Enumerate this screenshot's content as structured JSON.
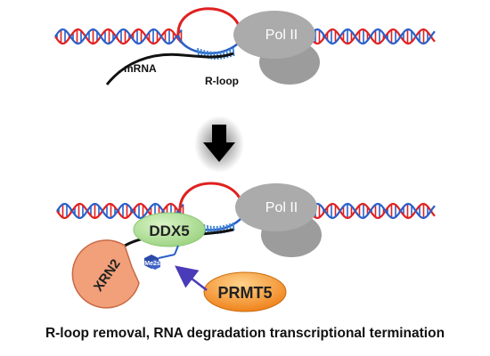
{
  "top_panel": {
    "polymerase_label": "Pol II",
    "mrna_label": "mRNA",
    "rloop_label": "R-loop"
  },
  "bottom_panel": {
    "polymerase_label": "Pol II",
    "helicase_label": "DDX5",
    "exonuclease_label": "XRN2",
    "methyltransferase_label": "PRMT5",
    "methylation_label": "Me2s"
  },
  "caption": "R-loop removal,  RNA degradation transcriptional termination",
  "colors": {
    "dna_strand_a": "#e02020",
    "dna_strand_b": "#2a5fc8",
    "displaced_strand": "#e02020",
    "rna_hybrid": "#3d85d6",
    "pol_ii": "#a8a8a8",
    "ddx5": "#b4e3a0",
    "xrn2": "#f2a07a",
    "prmt5": "#f08a20",
    "arrow": "#4a3cb8"
  }
}
